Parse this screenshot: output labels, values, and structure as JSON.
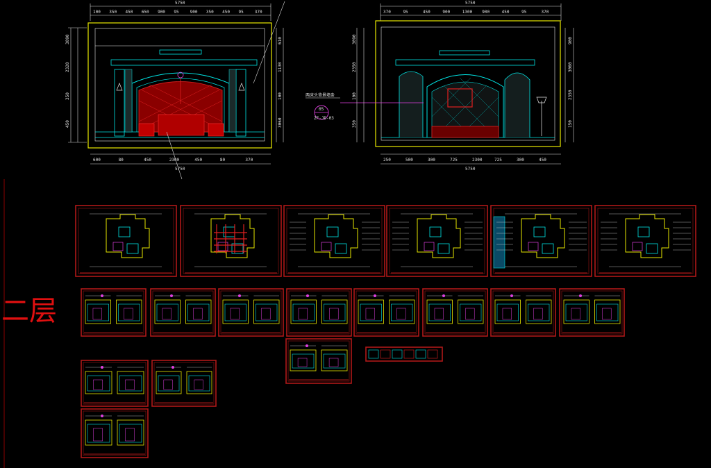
{
  "floor_label": "二层",
  "elevation_left": {
    "top_dims": [
      "100",
      "350",
      "450",
      "650",
      "900",
      "95",
      "900",
      "350",
      "450",
      "95",
      "370"
    ],
    "overall_top": "5750",
    "bottom_dims": [
      "600",
      "80",
      "450",
      "2300",
      "450",
      "80",
      "370"
    ],
    "overall_bottom": "5750",
    "left_dims": [
      "3090",
      "2320",
      "350",
      "450"
    ],
    "right_dims": [
      "610",
      "1130",
      "100",
      "3060"
    ]
  },
  "elevation_right": {
    "top_dims": [
      "370",
      "95",
      "450",
      "900",
      "1300",
      "900",
      "450",
      "95",
      "370"
    ],
    "overall_top": "5750",
    "bottom_dims": [
      "250",
      "500",
      "300",
      "725",
      "2300",
      "725",
      "300",
      "450"
    ],
    "overall_bottom": "5750",
    "left_dims": [
      "3090",
      "2350",
      "100",
      "350"
    ],
    "right_dims": [
      "900",
      "3060",
      "2350",
      "150"
    ],
    "callout_text": "两床头背景墙条",
    "tag_top": "05",
    "tag_bottom": "2F-JD-03"
  },
  "colors": {
    "sheet_border": "#b01818",
    "cad_cyan": "#00e5e5",
    "cad_yellow": "#e8e800",
    "cad_red": "#e02020",
    "cad_magenta": "#e040e0",
    "cad_white": "#e8e8e8",
    "floor_label_red": "#e01010"
  },
  "sheets": {
    "plans_count": 6,
    "elevation_row1_count": 8,
    "elevation_row2_count": 2,
    "elevation_row3_count": 2
  }
}
